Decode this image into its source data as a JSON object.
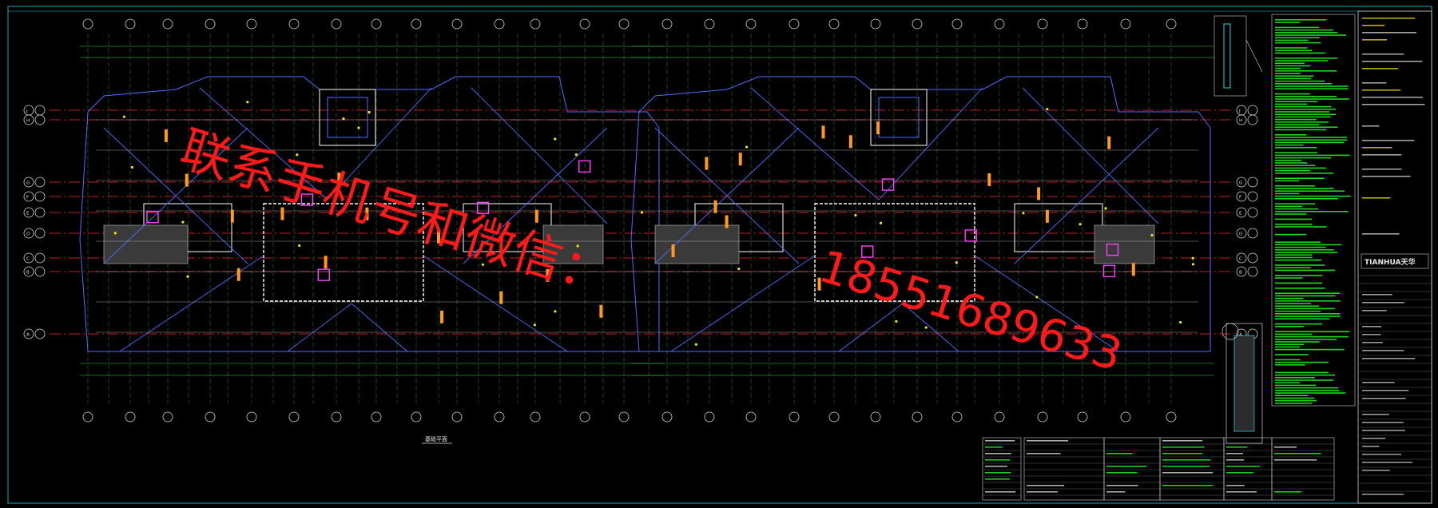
{
  "watermark": {
    "line1": "联系手机号和微信：",
    "line2": "18551689633",
    "color": "#ff1a1a"
  },
  "drawing": {
    "plan_caption": "基础平面",
    "colors": {
      "background": "#000000",
      "axis": "#ff2a2a",
      "wall": "#4f6bff",
      "beam": "#ffffff",
      "dim": "#2fd04b",
      "yellow": "#f5e900",
      "orange": "#ff9a1f",
      "magenta": "#ff40ff",
      "cyan": "#26d6e6",
      "notes": "#22ff22"
    },
    "row_axes_left": [
      "J",
      "H",
      "G",
      "F",
      "E",
      "D",
      "C",
      "B",
      "A"
    ],
    "row_axes_right": [
      "J",
      "H",
      "G",
      "F",
      "E",
      "D",
      "C",
      "B",
      "A"
    ]
  },
  "title_block": {
    "company": "TIANHUA天华"
  }
}
